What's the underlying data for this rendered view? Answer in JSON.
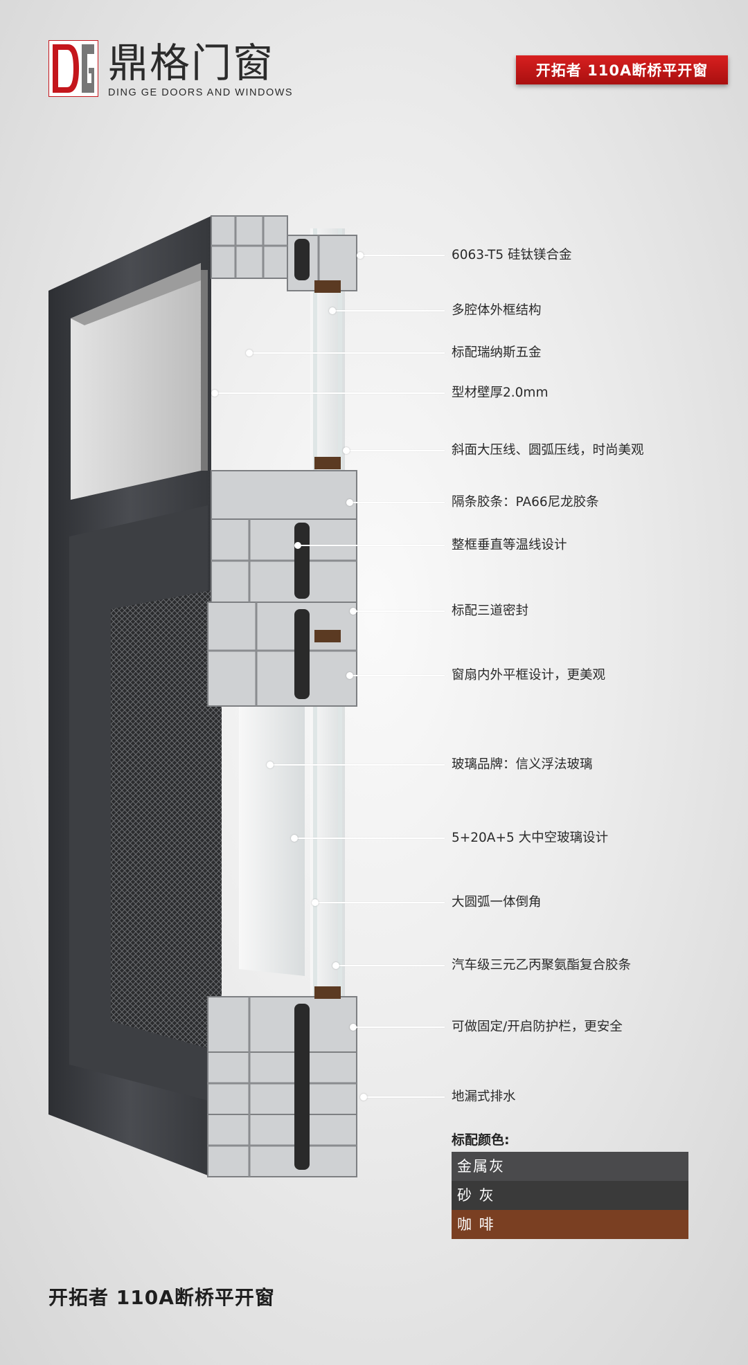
{
  "brand": {
    "name_cn": "鼎格门窗",
    "name_en": "DING GE DOORS AND WINDOWS",
    "accent": "#c4161c"
  },
  "product_badge": "开拓者 110A断桥平开窗",
  "callouts": [
    {
      "label": "6063-T5 硅钛镁合金"
    },
    {
      "label": "多腔体外框结构"
    },
    {
      "label": "标配瑞纳斯五金"
    },
    {
      "label": "型材壁厚2.0mm"
    },
    {
      "label": "斜面大压线、圆弧压线，时尚美观"
    },
    {
      "label": "隔条胶条：PA66尼龙胶条"
    },
    {
      "label": "整框垂直等温线设计"
    },
    {
      "label": "标配三道密封"
    },
    {
      "label": "窗扇内外平框设计，更美观"
    },
    {
      "label": "玻璃品牌：信义浮法玻璃"
    },
    {
      "label": "5+20A+5 大中空玻璃设计"
    },
    {
      "label": "大圆弧一体倒角"
    },
    {
      "label": "汽车级三元乙丙聚氨酯复合胶条"
    },
    {
      "label": "可做固定/开启防护栏，更安全"
    },
    {
      "label": "地漏式排水"
    }
  ],
  "colors": {
    "title": "标配颜色:",
    "items": [
      {
        "label": "金属灰",
        "color": "#4a4a4c"
      },
      {
        "label": "砂 灰",
        "color": "#3a3a3a"
      },
      {
        "label": "咖 啡",
        "color": "#7a3f22"
      }
    ]
  },
  "footer_title": "开拓者 110A断桥平开窗"
}
